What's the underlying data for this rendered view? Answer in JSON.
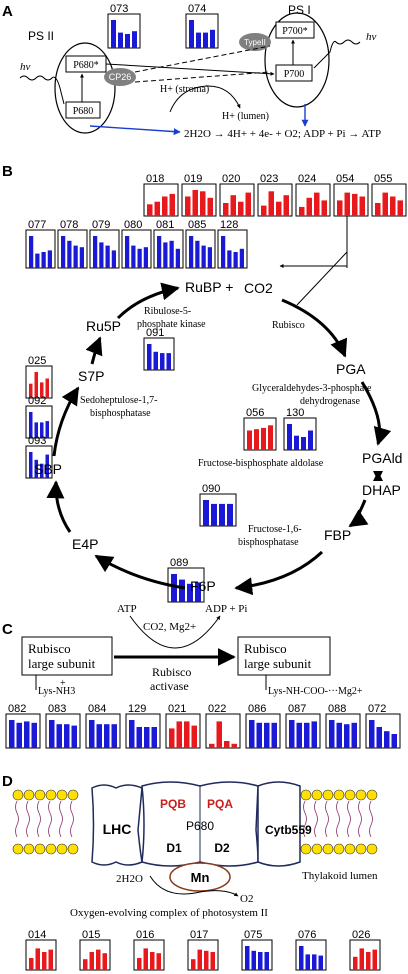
{
  "colors": {
    "red": "#e8191c",
    "blue": "#1a1ad6",
    "arrow_blue": "#1a3fd0",
    "gray": "#7f7f7f",
    "lipid_head": "#ffe000",
    "protein_fill": "#ffffff",
    "mn_ring": "#8b3a1a"
  },
  "panelA": {
    "label": "A",
    "ps2": "PS II",
    "ps1": "PS I",
    "hv": "hν",
    "p680star": "P680*",
    "p680": "P680",
    "cp26": "CP26",
    "type2": "TypeII",
    "p700star": "P700*",
    "p700": "P700",
    "h_stroma": "H+ (stroma)",
    "h_lumen": "H+ (lumen)",
    "equation": "2H2O → 4H+ + 4e- + O2; ADP + Pi → ATP",
    "mini": [
      {
        "id": "073",
        "color": "blue",
        "values": [
          1.0,
          0.55,
          0.5,
          0.6
        ]
      },
      {
        "id": "074",
        "color": "blue",
        "values": [
          1.0,
          0.55,
          0.55,
          0.65
        ]
      }
    ]
  },
  "panelB": {
    "label": "B",
    "metabolites": {
      "rubp": "RuBP +",
      "co2": "CO2",
      "pga": "PGA",
      "pgald": "PGAld",
      "dhap": "DHAP",
      "fbp": "FBP",
      "f6p": "F6P",
      "e4p": "E4P",
      "sbp": "SBP",
      "s7p": "S7P",
      "ru5p": "Ru5P"
    },
    "enzymes": {
      "rubisco": "Rubisco",
      "prk1": "Ribulose-5-",
      "prk2": "phosphate kinase",
      "gapdh1": "Glyceraldehydes-3-phosphate",
      "gapdh2": "dehydrogenase",
      "fba": "Fructose-bisphosphate aldolase",
      "fbpase1": "Fructose-1,6-",
      "fbpase2": "bisphosphatase",
      "sbpase1": "Sedoheptulose-1,7-",
      "sbpase2": "bisphosphatase"
    },
    "mini_top_red": [
      {
        "id": "018",
        "color": "red",
        "values": [
          0.45,
          0.55,
          0.75,
          0.85
        ]
      },
      {
        "id": "019",
        "color": "red",
        "values": [
          0.75,
          1.0,
          0.95,
          0.7
        ]
      },
      {
        "id": "020",
        "color": "red",
        "values": [
          0.5,
          0.8,
          0.55,
          0.9
        ]
      },
      {
        "id": "023",
        "color": "red",
        "values": [
          0.4,
          0.95,
          0.55,
          0.8
        ]
      },
      {
        "id": "024",
        "color": "red",
        "values": [
          0.35,
          0.7,
          0.9,
          0.6
        ]
      },
      {
        "id": "054",
        "color": "red",
        "values": [
          0.6,
          0.9,
          0.85,
          0.75
        ]
      },
      {
        "id": "055",
        "color": "red",
        "values": [
          0.5,
          0.9,
          0.75,
          0.6
        ]
      }
    ],
    "mini_top_blue": [
      {
        "id": "077",
        "color": "blue",
        "values": [
          1.0,
          0.45,
          0.5,
          0.55
        ]
      },
      {
        "id": "078",
        "color": "blue",
        "values": [
          1.0,
          0.85,
          0.7,
          0.65
        ]
      },
      {
        "id": "079",
        "color": "blue",
        "values": [
          1.0,
          0.8,
          0.7,
          0.55
        ]
      },
      {
        "id": "080",
        "color": "blue",
        "values": [
          1.0,
          0.7,
          0.6,
          0.65
        ]
      },
      {
        "id": "081",
        "color": "blue",
        "values": [
          1.0,
          0.8,
          0.85,
          0.6
        ]
      },
      {
        "id": "085",
        "color": "blue",
        "values": [
          1.0,
          0.85,
          0.7,
          0.65
        ]
      },
      {
        "id": "128",
        "color": "blue",
        "values": [
          1.0,
          0.55,
          0.5,
          0.6
        ]
      }
    ],
    "mini_091": {
      "id": "091",
      "color": "blue",
      "values": [
        1.0,
        0.7,
        0.65,
        0.65
      ]
    },
    "mini_056": {
      "id": "056",
      "color": "red",
      "values": [
        0.75,
        0.8,
        0.85,
        0.95
      ]
    },
    "mini_130": {
      "id": "130",
      "color": "blue",
      "values": [
        1.0,
        0.55,
        0.5,
        0.75
      ]
    },
    "mini_090": {
      "id": "090",
      "color": "blue",
      "values": [
        1.0,
        0.85,
        0.85,
        0.85
      ]
    },
    "mini_089": {
      "id": "089",
      "color": "blue",
      "values": [
        1.0,
        0.8,
        0.65,
        0.7
      ]
    },
    "mini_025": {
      "id": "025",
      "color": "red",
      "values": [
        0.55,
        1.0,
        0.6,
        0.75
      ]
    },
    "mini_092": {
      "id": "092",
      "color": "blue",
      "values": [
        1.0,
        0.6,
        0.6,
        0.65
      ]
    },
    "mini_093": {
      "id": "093",
      "color": "blue",
      "values": [
        1.0,
        0.7,
        0.55,
        0.9
      ]
    }
  },
  "panelC": {
    "label": "C",
    "left_box_1": "Rubisco",
    "left_box_2": "large subunit",
    "right_box_1": "Rubisco",
    "right_box_2": "large subunit",
    "atp": "ATP",
    "adp": "ADP + Pi",
    "co2mg": "CO2, Mg2+",
    "activase1": "Rubisco",
    "activase2": "activase",
    "lys_left": "Lys-NH3",
    "lys_plus": "+",
    "lys_right": "Lys-NH-COO-···Mg2+",
    "mini": [
      {
        "id": "082",
        "color": "blue",
        "values": [
          1.0,
          0.9,
          0.95,
          0.9
        ]
      },
      {
        "id": "083",
        "color": "blue",
        "values": [
          1.0,
          0.85,
          0.85,
          0.8
        ]
      },
      {
        "id": "084",
        "color": "blue",
        "values": [
          1.0,
          0.85,
          0.85,
          0.85
        ]
      },
      {
        "id": "129",
        "color": "blue",
        "values": [
          1.0,
          0.75,
          0.75,
          0.75
        ]
      },
      {
        "id": "021",
        "color": "red",
        "values": [
          0.7,
          0.95,
          0.95,
          0.8
        ]
      },
      {
        "id": "022",
        "color": "red",
        "values": [
          0.15,
          0.95,
          0.25,
          0.15
        ]
      },
      {
        "id": "086",
        "color": "blue",
        "values": [
          1.0,
          0.9,
          0.9,
          0.9
        ]
      },
      {
        "id": "087",
        "color": "blue",
        "values": [
          1.0,
          0.9,
          0.9,
          0.95
        ]
      },
      {
        "id": "088",
        "color": "blue",
        "values": [
          1.0,
          0.9,
          0.85,
          0.9
        ]
      },
      {
        "id": "072",
        "color": "blue",
        "values": [
          1.0,
          0.75,
          0.6,
          0.5
        ]
      }
    ]
  },
  "panelD": {
    "label": "D",
    "lhc": "LHC",
    "pqb": "PQB",
    "pqa": "PQA",
    "p680": "P680",
    "d1": "D1",
    "d2": "D2",
    "cytb": "Cytb559",
    "mn": "Mn",
    "h2o": "2H2O",
    "o2": "O2",
    "lumen": "Thylakoid lumen",
    "oec": "Oxygen-evolving complex of photosystem II",
    "mini": [
      {
        "id": "014",
        "color": "red",
        "values": [
          0.5,
          0.9,
          0.75,
          0.85
        ]
      },
      {
        "id": "015",
        "color": "red",
        "values": [
          0.45,
          0.75,
          0.85,
          0.7
        ]
      },
      {
        "id": "016",
        "color": "red",
        "values": [
          0.5,
          0.9,
          0.75,
          0.7
        ]
      },
      {
        "id": "017",
        "color": "red",
        "values": [
          0.45,
          0.85,
          0.8,
          0.75
        ]
      },
      {
        "id": "075",
        "color": "blue",
        "values": [
          1.0,
          0.8,
          0.75,
          0.75
        ]
      },
      {
        "id": "076",
        "color": "blue",
        "values": [
          1.0,
          0.65,
          0.65,
          0.6
        ]
      },
      {
        "id": "026",
        "color": "red",
        "values": [
          0.55,
          0.9,
          0.75,
          0.85
        ]
      }
    ]
  }
}
